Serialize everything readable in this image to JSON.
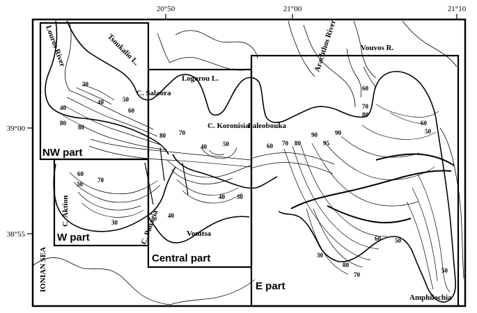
{
  "ticks": {
    "lon": [
      "20°50",
      "21°00",
      "21°10"
    ],
    "lat": [
      "39°00",
      "38°55"
    ]
  },
  "regions": {
    "nw": "NW part",
    "w": "W part",
    "central": "Central part",
    "e": "E part"
  },
  "places": {
    "louros": "Louros River",
    "tsoukalio": "Tsoukalio L.",
    "logarou": "Logarou L.",
    "salaora": "C. Salaora",
    "koronisia": "C. Koronisia",
    "paleobouka": "Paleobouka",
    "arachthos": "Arachthos River",
    "vouvos": "Vouvos R.",
    "aktion": "C. Aktion",
    "panagia": "C. Panagia",
    "vonitsa": "Vonitsa",
    "ionian": "IONIAN SEA",
    "amphilochia": "Amphilochia"
  },
  "depth_labels": [
    {
      "id": "nw-30",
      "text": "30"
    },
    {
      "id": "nw-40a",
      "text": "40"
    },
    {
      "id": "nw-40b",
      "text": "40"
    },
    {
      "id": "nw-50",
      "text": "50"
    },
    {
      "id": "nw-60",
      "text": "60"
    },
    {
      "id": "nw-80a",
      "text": "80"
    },
    {
      "id": "nw-80b",
      "text": "80"
    },
    {
      "id": "c-80",
      "text": "80"
    },
    {
      "id": "c-70",
      "text": "70"
    },
    {
      "id": "c-40a",
      "text": "40"
    },
    {
      "id": "c-50",
      "text": "50"
    },
    {
      "id": "c-40b",
      "text": "40"
    },
    {
      "id": "c-30a",
      "text": "30"
    },
    {
      "id": "c-40c",
      "text": "40"
    },
    {
      "id": "w-60",
      "text": "60"
    },
    {
      "id": "w-70",
      "text": "70"
    },
    {
      "id": "w-30a",
      "text": "30"
    },
    {
      "id": "w-30b",
      "text": "30"
    },
    {
      "id": "e-60a",
      "text": "60"
    },
    {
      "id": "e-70a",
      "text": "70"
    },
    {
      "id": "e-80a",
      "text": "80"
    },
    {
      "id": "e-90a",
      "text": "90"
    },
    {
      "id": "e-95",
      "text": "95"
    },
    {
      "id": "e-90b",
      "text": "90"
    },
    {
      "id": "e-60b",
      "text": "60"
    },
    {
      "id": "e-70b",
      "text": "70"
    },
    {
      "id": "e-80b",
      "text": "80"
    },
    {
      "id": "e-60c",
      "text": "60"
    },
    {
      "id": "e-50a",
      "text": "50"
    },
    {
      "id": "e-30",
      "text": "30"
    },
    {
      "id": "e-80c",
      "text": "80"
    },
    {
      "id": "e-70c",
      "text": "70"
    },
    {
      "id": "e-60d",
      "text": "60"
    },
    {
      "id": "e-50b",
      "text": "50"
    },
    {
      "id": "e-50c",
      "text": "50"
    }
  ]
}
